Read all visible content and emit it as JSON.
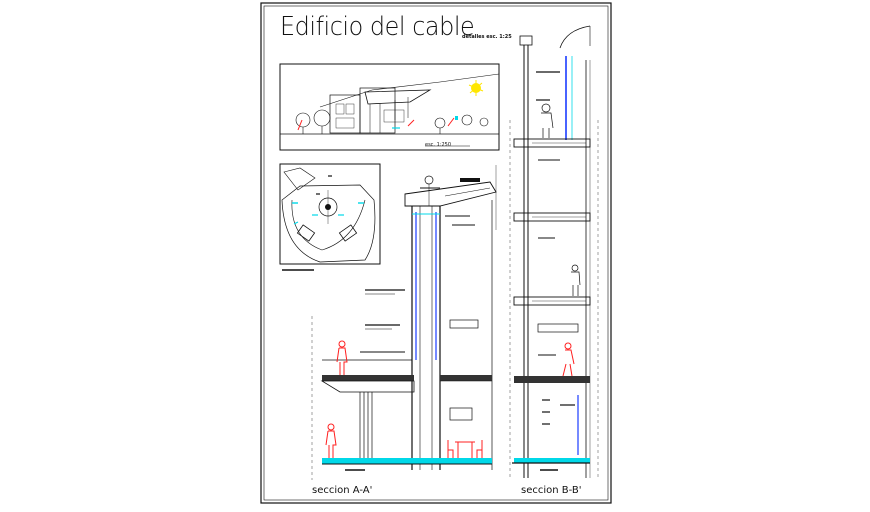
{
  "drawing": {
    "title": "Edificio del cable",
    "scale_note": "detalles esc. 1:25",
    "elevation_scale": "esc. 1:250",
    "section_a_label": "seccion A-A'",
    "section_b_label": "seccion B-B'"
  },
  "colors": {
    "line": "#111111",
    "figure": "#ff2020",
    "water": "#00d8e8",
    "glass": "#1a3cff",
    "sun": "#ffe600"
  }
}
